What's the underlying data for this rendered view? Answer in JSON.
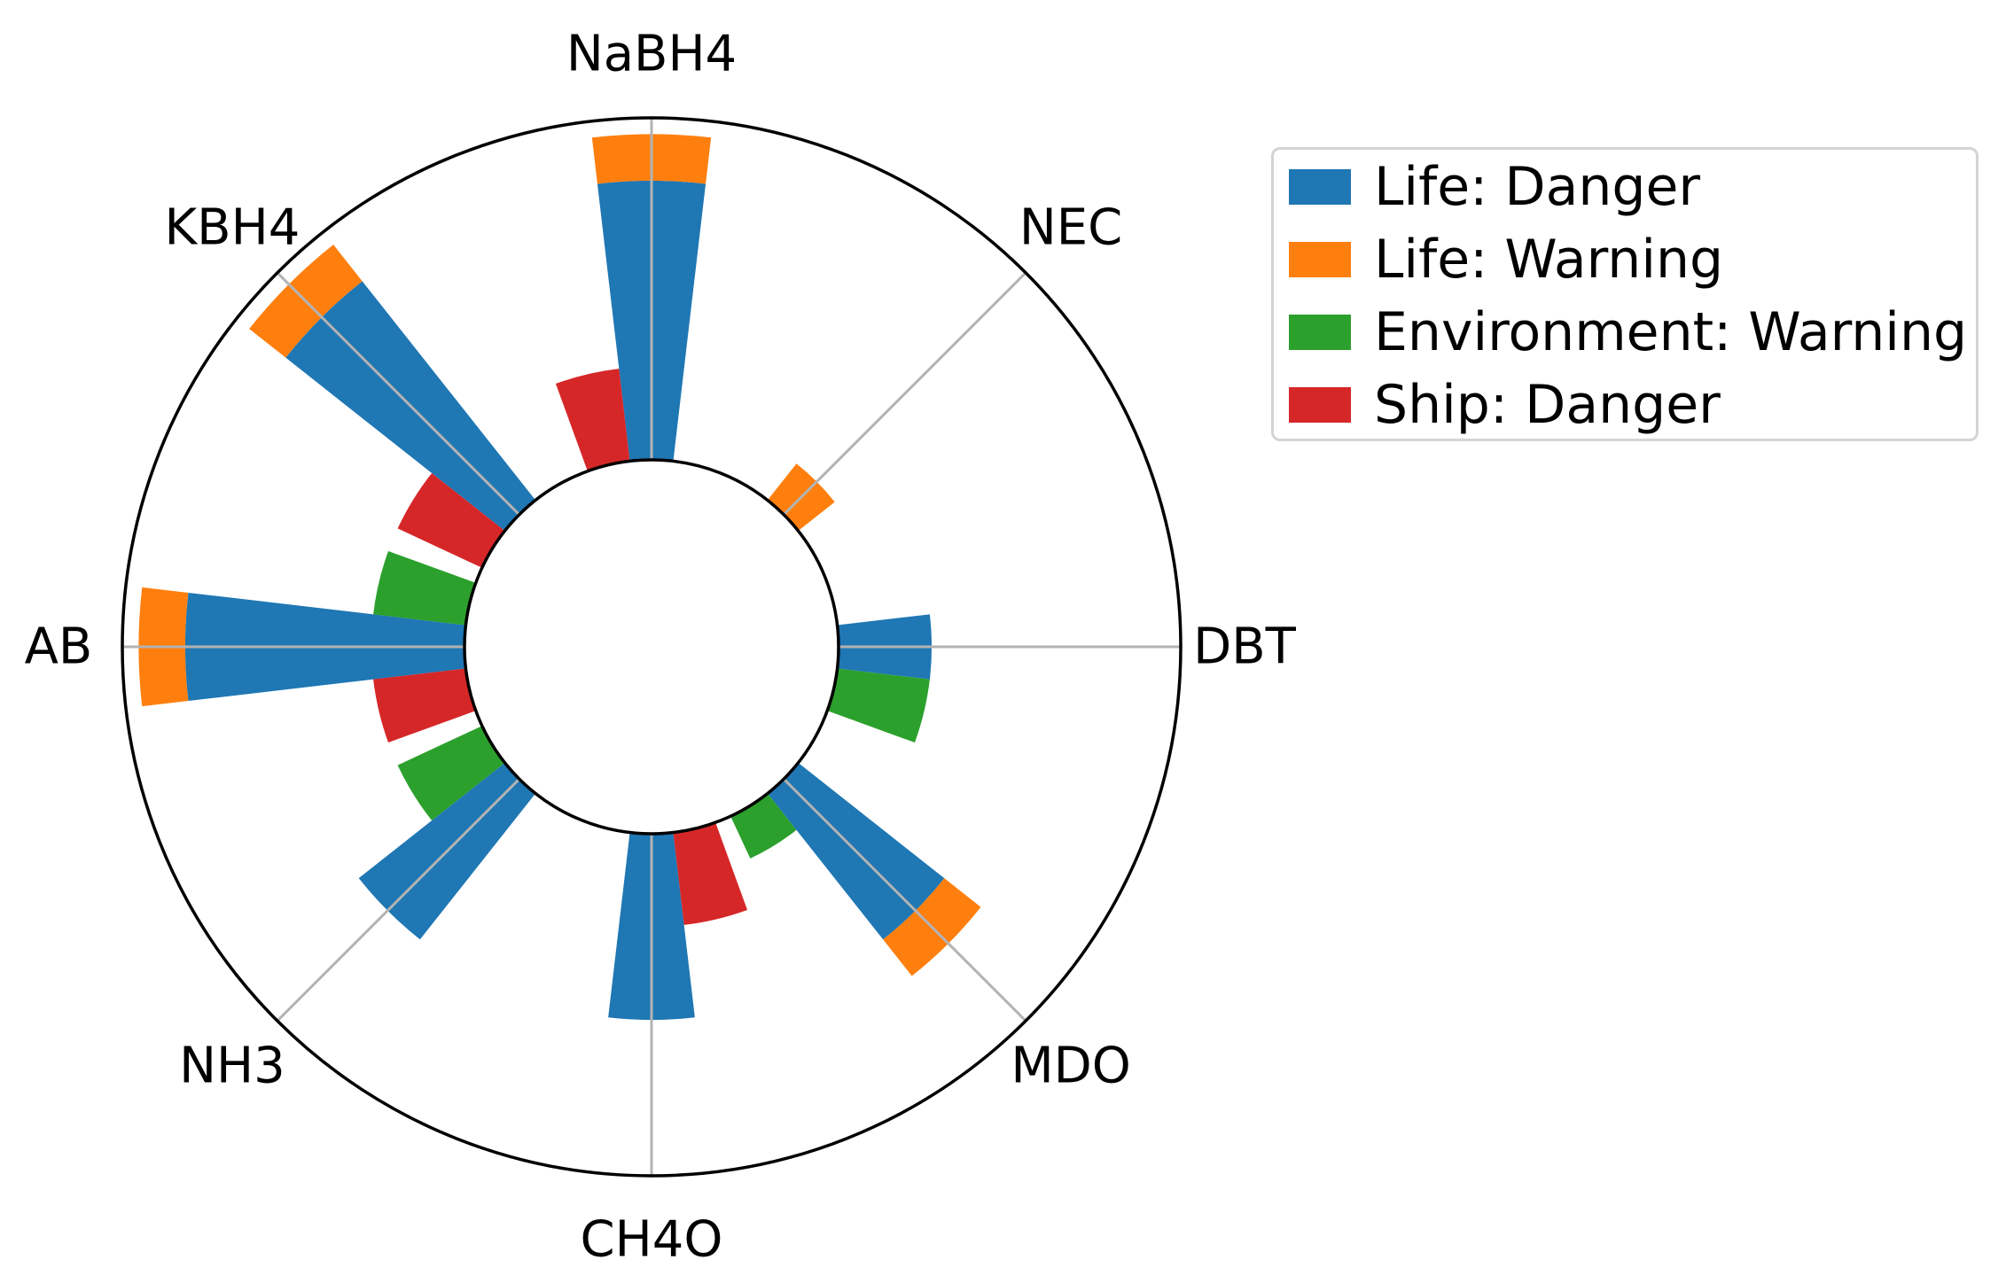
{
  "figure": {
    "background": "#ffffff",
    "outline_color": "#000000",
    "grid_color": "#b3b3b3"
  },
  "chart_data": {
    "type": "polar_stacked_bar",
    "title": "",
    "categories": [
      "NaBH4",
      "NEC",
      "DBT",
      "MDO",
      "CH4O",
      "NH3",
      "AB",
      "KBH4"
    ],
    "category_angles_deg": [
      90,
      45,
      0,
      -45,
      -90,
      -135,
      180,
      135
    ],
    "bar_width_deg": 13.33,
    "series": [
      {
        "name": "Life: Danger",
        "color": "#1f77b4",
        "group_offset_deg": 0,
        "stack": "life",
        "values": [
          3,
          0,
          1,
          2,
          2,
          2,
          3,
          3
        ]
      },
      {
        "name": "Life: Warning",
        "color": "#ff7f0e",
        "group_offset_deg": 0,
        "stack": "life",
        "values": [
          0.5,
          0.5,
          0,
          0.5,
          0,
          0,
          0.5,
          0.5
        ]
      },
      {
        "name": "Environment: Warning",
        "color": "#2ca02c",
        "group_offset_deg": -13.33,
        "stack": "env",
        "values": [
          0,
          0,
          1,
          0.5,
          0,
          1,
          1,
          0
        ]
      },
      {
        "name": "Ship: Danger",
        "color": "#d62728",
        "group_offset_deg": 13.33,
        "stack": "ship",
        "values": [
          1,
          0,
          0,
          0,
          1,
          0,
          1,
          1
        ]
      }
    ],
    "r_axis": {
      "min": 0,
      "max": 3.675,
      "inner_hole": true,
      "ticks_visible": false
    },
    "grid": {
      "radial_spokes": true,
      "radial_rings": false
    },
    "legend": {
      "position": "upper-right"
    }
  }
}
